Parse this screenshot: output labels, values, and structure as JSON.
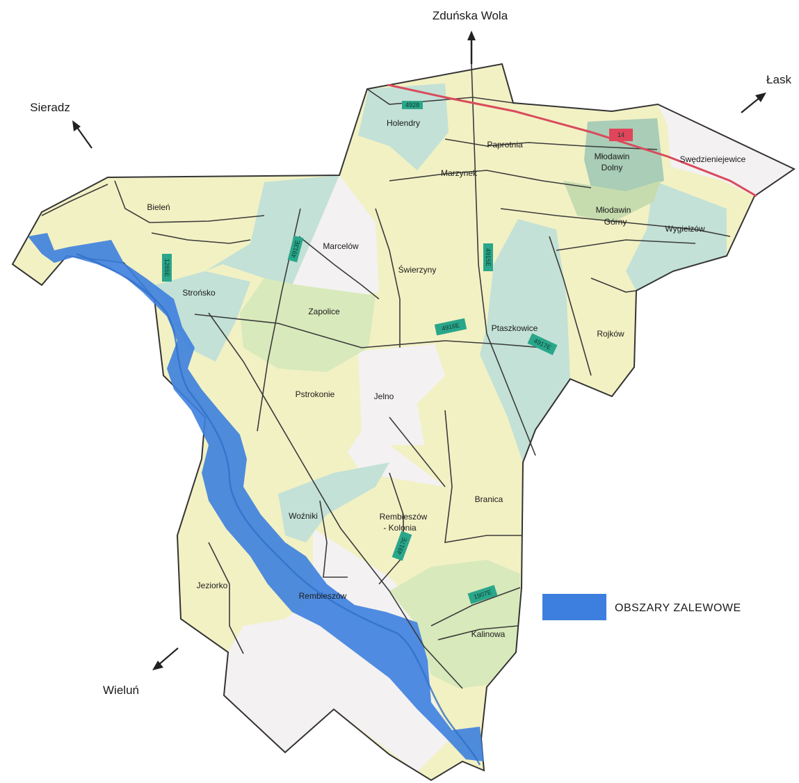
{
  "directions": {
    "north": "Zduńska Wola",
    "northwest": "Sieradz",
    "northeast": "Łask",
    "southwest": "Wieluń"
  },
  "villages": {
    "holendry": "Holendry",
    "paprotnia": "Paprotnia",
    "marzynek": "Marzynek",
    "mlodawin_dolny_1": "Młodawin",
    "mlodawin_dolny_2": "Dolny",
    "swedzieniejewice": "Swędzieniejewice",
    "bielen": "Bieleń",
    "marcelow": "Marcelów",
    "mlodawin_gorny_1": "Młodawin",
    "mlodawin_gorny_2": "Górny",
    "wygielzow": "Wygiełzów",
    "swierzyny": "Świerzyny",
    "stronsko": "Strońsko",
    "zapolice": "Zapolice",
    "ptaszkowice": "Ptaszkowice",
    "rojkow": "Rojków",
    "pstrokonie": "Pstrokonie",
    "jelno": "Jelno",
    "branica": "Branica",
    "wozniki": "Woźniki",
    "rembieszow_kolonia_1": "Rembieszów",
    "rembieszow_kolonia_2": "- Kolonia",
    "jeziorko": "Jeziorko",
    "rembieszow": "Rembieszów",
    "kalinowa": "Kalinowa"
  },
  "roads": {
    "r4928": "4928",
    "r4913e": "4913E",
    "r1265e": "1265E",
    "r4915e": "4915E",
    "r4916e": "4916E",
    "r4917e_north": "4917E",
    "r4917e_south": "4917E",
    "r1907e": "1907E",
    "national": "14"
  },
  "legend": {
    "flood_label": "OBSZARY ZALEWOWE"
  },
  "colors": {
    "flood": "#3d7fde",
    "yellow_zone": "#f2f1c4",
    "teal_zone": "#c3e1d6",
    "green_zone": "#d8e9bb",
    "white_zone": "#f3f1f2",
    "railway": "#d94a5c",
    "road_badge": "#2aa68a",
    "national_badge": "#e0455a"
  }
}
